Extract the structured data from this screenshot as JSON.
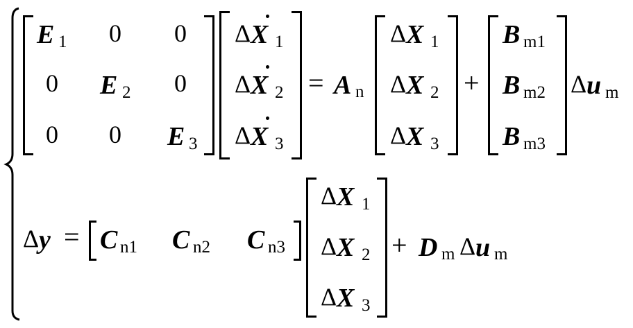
{
  "equation": {
    "type": "state-space system of equations",
    "eq1": {
      "E_matrix": [
        [
          "E",
          "0",
          "0"
        ],
        [
          "0",
          "E",
          "0"
        ],
        [
          "0",
          "0",
          "E"
        ]
      ],
      "E_subscripts": [
        "1",
        "2",
        "3"
      ],
      "lhs_vector": [
        {
          "delta": "Δ",
          "sym": "X",
          "dot": true,
          "sub": "1"
        },
        {
          "delta": "Δ",
          "sym": "X",
          "dot": true,
          "sub": "2"
        },
        {
          "delta": "Δ",
          "sym": "X",
          "dot": true,
          "sub": "3"
        }
      ],
      "equals": "=",
      "A": {
        "sym": "A",
        "sub": "n"
      },
      "state_vector": [
        {
          "delta": "Δ",
          "sym": "X",
          "sub": "1"
        },
        {
          "delta": "Δ",
          "sym": "X",
          "sub": "2"
        },
        {
          "delta": "Δ",
          "sym": "X",
          "sub": "3"
        }
      ],
      "plus": "+",
      "B_vector": [
        {
          "sym": "B",
          "sub": "m1"
        },
        {
          "sym": "B",
          "sub": "m2"
        },
        {
          "sym": "B",
          "sub": "m3"
        }
      ],
      "input": {
        "delta": "Δ",
        "sym": "u",
        "sub": "m"
      }
    },
    "eq2": {
      "lhs": {
        "delta": "Δ",
        "sym": "y"
      },
      "equals": "=",
      "C_row": [
        {
          "sym": "C",
          "sub": "n1"
        },
        {
          "sym": "C",
          "sub": "n2"
        },
        {
          "sym": "C",
          "sub": "n3"
        }
      ],
      "state_vector": [
        {
          "delta": "Δ",
          "sym": "X",
          "sub": "1"
        },
        {
          "delta": "Δ",
          "sym": "X",
          "sub": "2"
        },
        {
          "delta": "Δ",
          "sym": "X",
          "sub": "3"
        }
      ],
      "plus": "+",
      "D": {
        "sym": "D",
        "sub": "m"
      },
      "input": {
        "delta": "Δ",
        "sym": "u",
        "sub": "m"
      }
    }
  }
}
